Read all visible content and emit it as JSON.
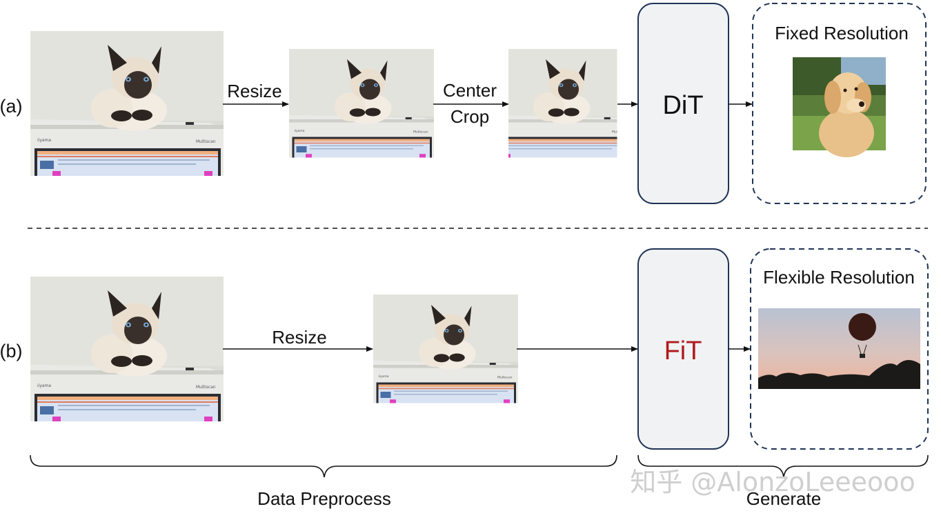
{
  "row_a": {
    "label": "(a)",
    "step1": "Resize",
    "step2_line1": "Center",
    "step2_line2": "Crop",
    "model": "DiT",
    "output_title": "Fixed Resolution"
  },
  "row_b": {
    "label": "(b)",
    "step1": "Resize",
    "model": "FiT",
    "output_title": "Flexible Resolution"
  },
  "bottom": {
    "left_brace_label": "Data Preprocess",
    "right_brace_label": "Generate"
  },
  "watermark": "知乎 @AlonzoLeeeooo",
  "colors": {
    "model_box_fill": "#f1f2f4",
    "model_box_stroke": "#1f3355",
    "dashed_box_stroke": "#1f3355",
    "fit_text": "#b0191e"
  }
}
